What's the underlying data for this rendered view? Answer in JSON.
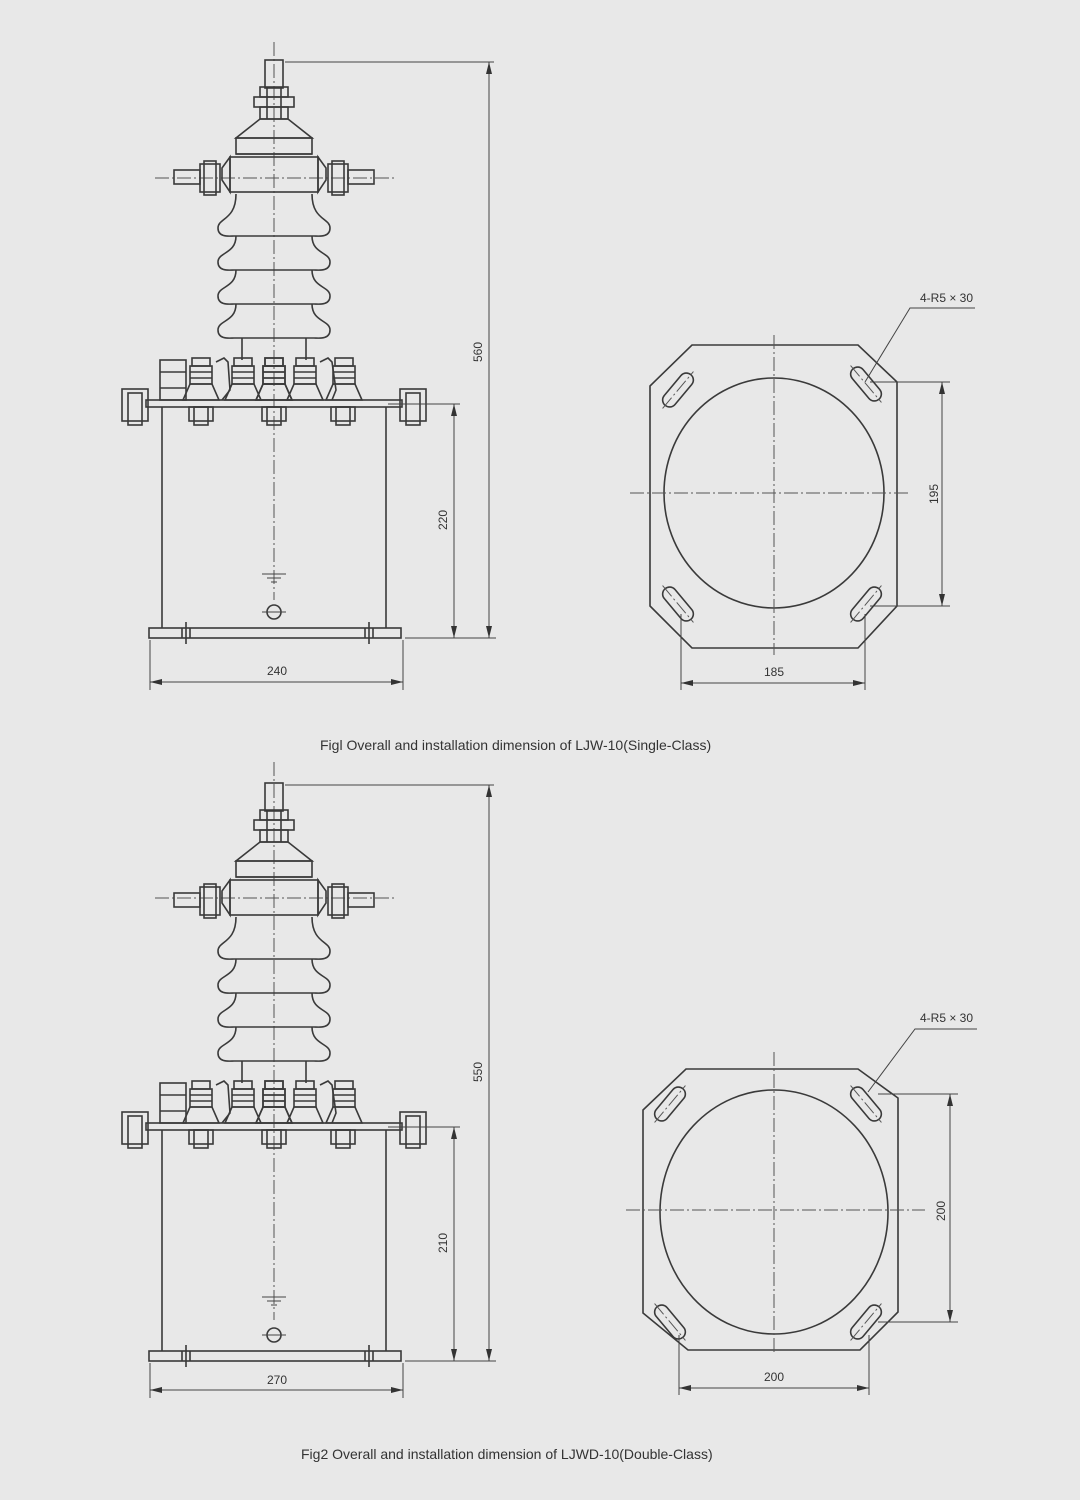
{
  "figures": [
    {
      "id": "fig1",
      "caption": "Figl Overall and installation dimension of LJW-10(Single-Class)",
      "front_view": {
        "overall_height": "560",
        "body_height": "220",
        "base_width": "240"
      },
      "base_plate_view": {
        "slot_note": "4-R5 × 30",
        "hole_spacing_vertical": "195",
        "hole_spacing_horizontal": "185"
      }
    },
    {
      "id": "fig2",
      "caption": "Fig2 Overall and installation dimension of LJWD-10(Double-Class)",
      "front_view": {
        "overall_height": "550",
        "body_height": "210",
        "base_width": "270"
      },
      "base_plate_view": {
        "slot_note": "4-R5 × 30",
        "hole_spacing_vertical": "200",
        "hole_spacing_horizontal": "200"
      }
    }
  ],
  "colors": {
    "background": "#e8e8e8",
    "line": "#3a3a3a",
    "text": "#333333"
  }
}
